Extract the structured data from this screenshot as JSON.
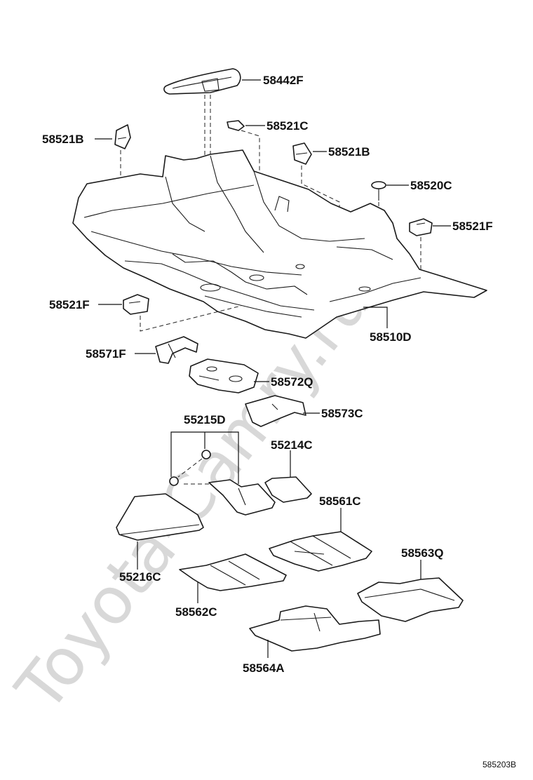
{
  "watermark": "Toyota-Camry.ru",
  "parts": [
    {
      "id": "58442F"
    },
    {
      "id": "58521C"
    },
    {
      "id": "58521B",
      "side": "left"
    },
    {
      "id": "58521B",
      "side": "right"
    },
    {
      "id": "58520C"
    },
    {
      "id": "58521F",
      "side": "right"
    },
    {
      "id": "58521F",
      "side": "left"
    },
    {
      "id": "58510D"
    },
    {
      "id": "58571F"
    },
    {
      "id": "58572Q"
    },
    {
      "id": "58573C"
    },
    {
      "id": "55215D"
    },
    {
      "id": "55214C"
    },
    {
      "id": "58561C"
    },
    {
      "id": "58563Q"
    },
    {
      "id": "55216C"
    },
    {
      "id": "58562C"
    },
    {
      "id": "58564A"
    }
  ],
  "diagram_code": "585203B"
}
